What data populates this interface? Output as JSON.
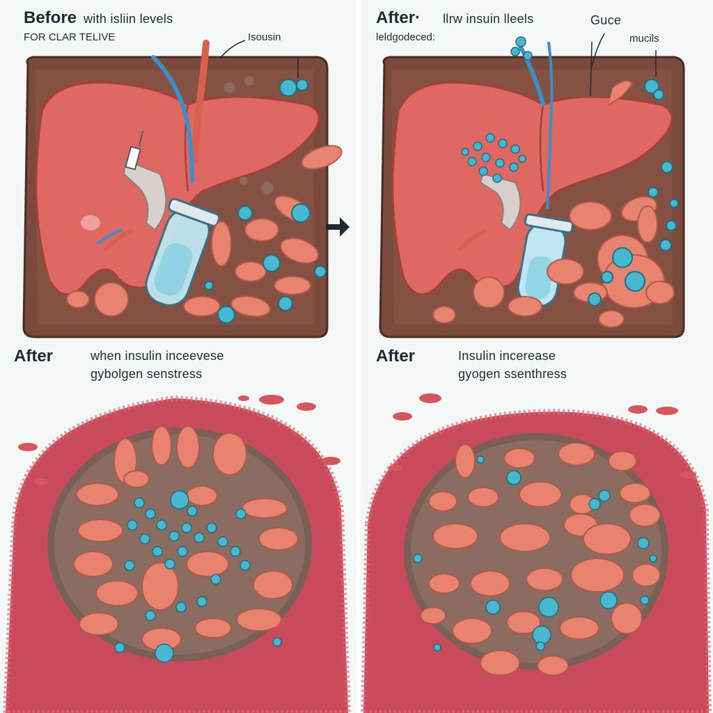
{
  "panels": {
    "top_left": {
      "title": "Before",
      "subtitle_line1": "with isliin levels",
      "subtitle_line2": "FOR CLAR TELIVE",
      "annotation": "Isousin"
    },
    "top_right": {
      "title": "After·",
      "subtitle_line1": "llrw insuin lleels",
      "subtitle_line2": "leldgodeced:",
      "annotation_1": "Guce",
      "annotation_2": "mucils"
    },
    "bottom_left": {
      "title": "After",
      "subtitle_line1": "when insulin inceevese",
      "subtitle_line2": "gybolgen senstress"
    },
    "bottom_right": {
      "title": "After",
      "subtitle_line1": "Insulin incerease",
      "subtitle_line2": "gyogen ssenthress"
    }
  },
  "colors": {
    "tissue_brown": "#7a4a3c",
    "liver_red": "#e06862",
    "cell_pink": "#e8836f",
    "glucose_blue": "#48b8d0",
    "tissue_rim": "#c94a5a",
    "vessel_blue": "#3c8fc8",
    "arrow": "#1e2a33"
  },
  "icons": [
    "arrow-right-icon",
    "syringe-icon",
    "insulin-vial-icon"
  ]
}
